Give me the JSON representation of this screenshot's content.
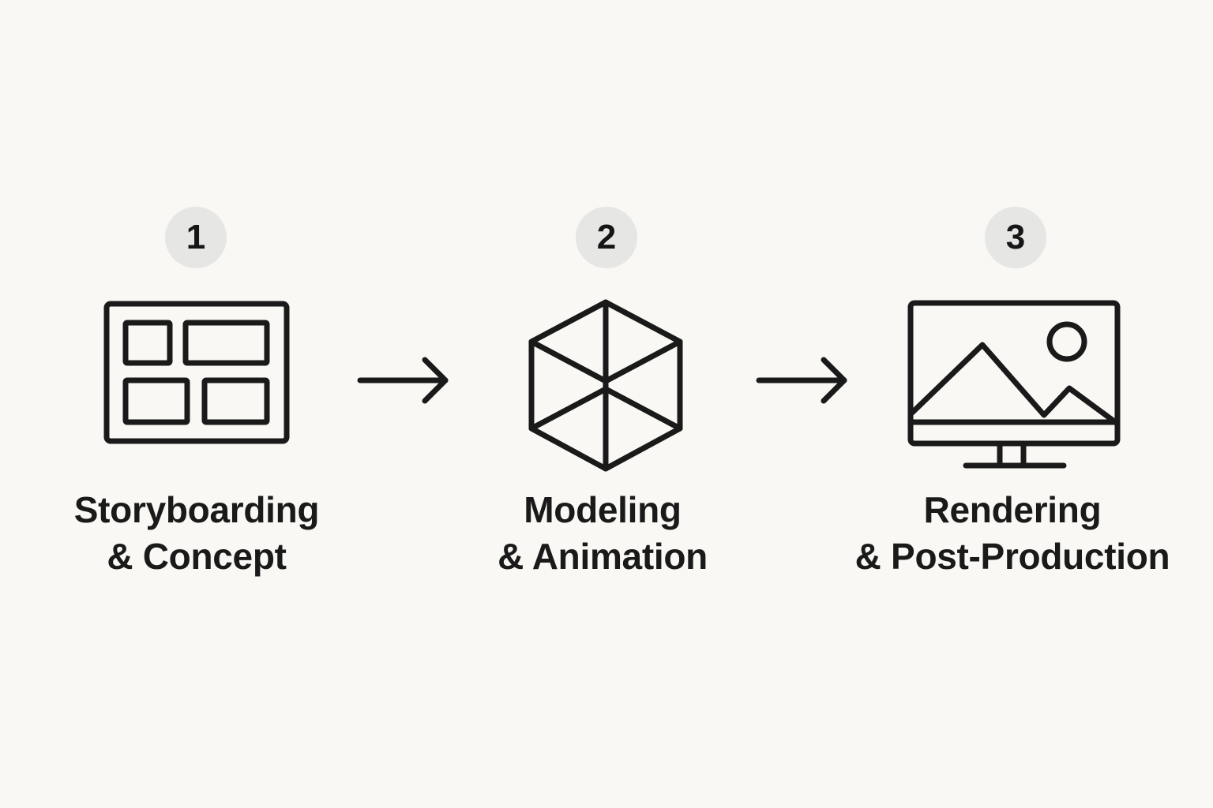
{
  "diagram": {
    "type": "process-flow",
    "steps": [
      {
        "number": "1",
        "icon": "storyboard-grid-icon",
        "title_line1": "Storyboarding",
        "title_line2": "& Concept"
      },
      {
        "number": "2",
        "icon": "cube-icon",
        "title_line1": "Modeling",
        "title_line2": "& Animation"
      },
      {
        "number": "3",
        "icon": "monitor-image-icon",
        "title_line1": "Rendering",
        "title_line2": "& Post-Production"
      }
    ],
    "connectors": [
      "arrow-right-icon",
      "arrow-right-icon"
    ],
    "colors": {
      "background": "#f9f8f4",
      "stroke": "#1a1a1a",
      "badge": "#e6e6e5"
    }
  }
}
